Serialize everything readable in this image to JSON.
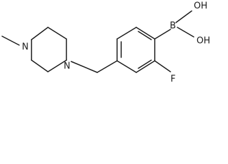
{
  "diagram": {
    "type": "chemical-structure",
    "atom_labels": {
      "n_methyl": "N",
      "n_benzyl": "N",
      "boron": "B",
      "hydroxyl_top": "OH",
      "hydroxyl_bottom": "OH",
      "fluorine": "F"
    }
  }
}
